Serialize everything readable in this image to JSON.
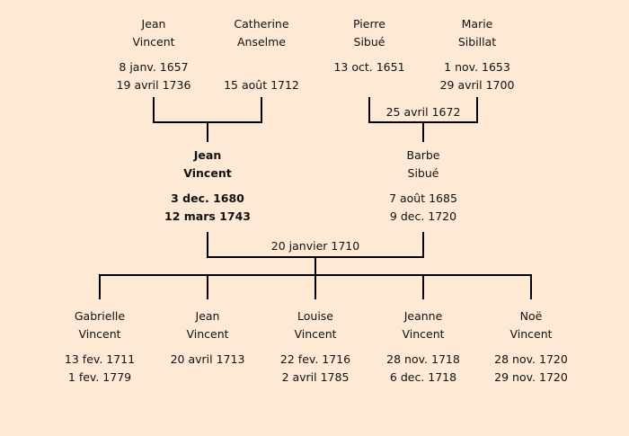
{
  "grandparents_paternal": [
    {
      "first": "Jean",
      "last": "Vincent",
      "birth": "8 janv. 1657",
      "death": "19 avril 1736"
    },
    {
      "first": "Catherine",
      "last": "Anselme",
      "birth": "",
      "death": "15 août 1712"
    }
  ],
  "grandparents_maternal": [
    {
      "first": "Pierre",
      "last": "Sibué",
      "birth": "13 oct. 1651",
      "death": ""
    },
    {
      "first": "Marie",
      "last": "Sibillat",
      "birth": "1 nov. 1653",
      "death": "29 avril 1700"
    }
  ],
  "maternal_marriage": "25 avril 1672",
  "parents": [
    {
      "first": "Jean",
      "last": "Vincent",
      "birth": "3 dec. 1680",
      "death": "12 mars 1743",
      "highlighted": true
    },
    {
      "first": "Barbe",
      "last": "Sibué",
      "birth": "7 août 1685",
      "death": "9 dec. 1720"
    }
  ],
  "parents_marriage": "20 janvier 1710",
  "children": [
    {
      "first": "Gabrielle",
      "last": "Vincent",
      "birth": "13 fev. 1711",
      "death": "1 fev. 1779"
    },
    {
      "first": "Jean",
      "last": "Vincent",
      "birth": "20 avril 1713",
      "death": ""
    },
    {
      "first": "Louise",
      "last": "Vincent",
      "birth": "22 fev. 1716",
      "death": "2 avril 1785"
    },
    {
      "first": "Jeanne",
      "last": "Vincent",
      "birth": "28 nov. 1718",
      "death": "6 dec. 1718"
    },
    {
      "first": "Noë",
      "last": "Vincent",
      "birth": "28 nov. 1720",
      "death": "29 nov. 1720"
    }
  ]
}
